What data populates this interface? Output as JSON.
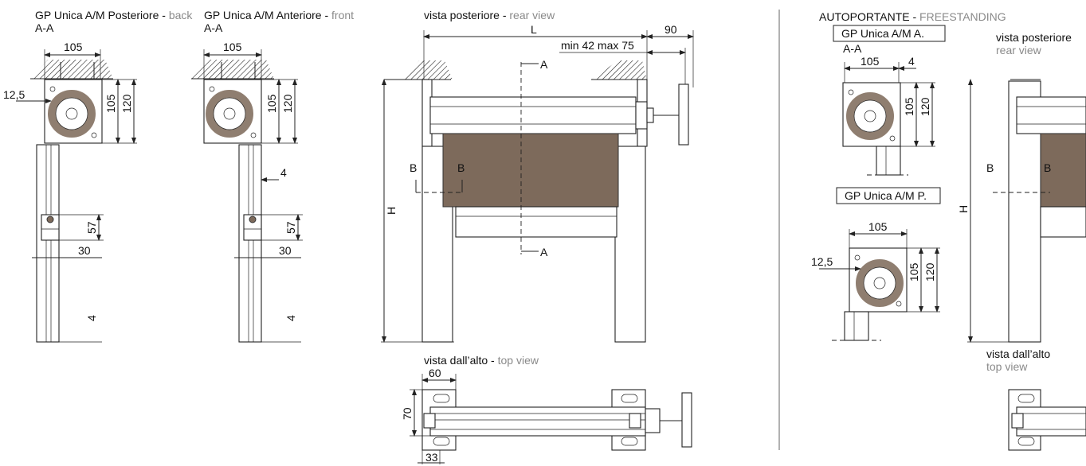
{
  "section_aa": {
    "back_title": "GP Unica A/M Posteriore",
    "back_suffix": "back",
    "back_section": "A-A",
    "front_title": "GP Unica A/M Anteriore",
    "front_suffix": "front",
    "front_section": "A-A",
    "back_dims": {
      "w105": "105",
      "offset": "12,5",
      "h105": "105",
      "h120": "120",
      "h57": "57",
      "w30": "30",
      "t4": "4"
    },
    "front_dims": {
      "w105": "105",
      "h105": "105",
      "h120": "120",
      "g4": "4",
      "h57": "57",
      "w30": "30",
      "t4": "4"
    }
  },
  "rear_view": {
    "title": "vista posteriore",
    "title_en": "rear view",
    "L": "L",
    "d90": "90",
    "min_max": "min 42 max 75",
    "H": "H",
    "A_top": "A",
    "A_bottom": "A",
    "B_left": "B",
    "B_right": "B"
  },
  "top_view": {
    "title": "vista dall’alto",
    "title_en": "top view",
    "d60": "60",
    "d70": "70",
    "d33": "33"
  },
  "freestanding": {
    "title": "AUTOPORTANTE",
    "title_en": "FREESTANDING",
    "box_a": "GP Unica A/M A.",
    "section_a": "A-A",
    "a_w105": "105",
    "a_4": "4",
    "a_h105": "105",
    "a_h120": "120",
    "box_p": "GP Unica A/M P.",
    "p_w105": "105",
    "p_offset": "12,5",
    "p_h105": "105",
    "p_h120": "120",
    "rear_title": "vista posteriore",
    "rear_title_en": "rear view",
    "H": "H",
    "B_left": "B",
    "B_right": "B",
    "top_title": "vista dall’alto",
    "top_title_en": "top view"
  }
}
